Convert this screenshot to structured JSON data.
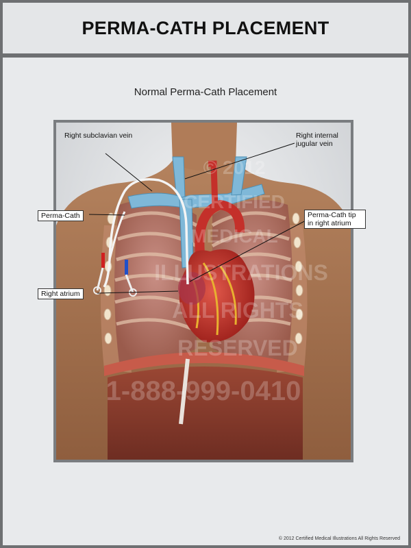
{
  "header": {
    "title": "PERMA-CATH PLACEMENT"
  },
  "subtitle": "Normal Perma-Cath Placement",
  "labels": {
    "right_subclavian_vein": "Right subclavian vein",
    "right_internal_jugular_vein": "Right internal jugular vein",
    "perma_cath": "Perma-Cath",
    "perma_cath_tip": "Perma-Cath tip in right atrium",
    "right_atrium": "Right atrium"
  },
  "watermark": {
    "line1": "© 2012",
    "line2": "CERTIFIED",
    "line3": "MEDICAL",
    "line4": "ILLUSTRATIONS",
    "line5": "ALL RIGHTS",
    "line6": "RESERVED",
    "phone": "1-888-999-0410"
  },
  "footer": {
    "copyright": "© 2012 Certified Medical Illustrations All Rights Reserved"
  }
}
